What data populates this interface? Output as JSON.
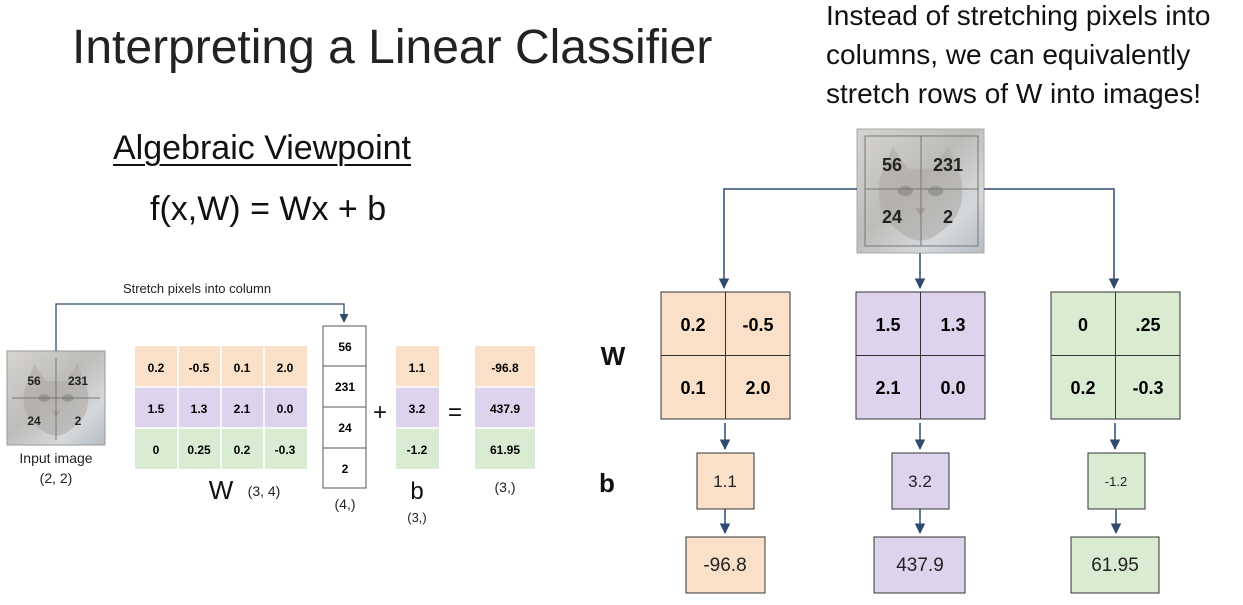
{
  "title": "Interpreting a Linear Classifier",
  "note": {
    "line1": "Instead of stretching pixels into",
    "line2": "columns, we can equivalently",
    "line3": "stretch rows of W into images!"
  },
  "algebraic_label": "Algebraic Viewpoint",
  "formula": "f(x,W) = Wx + b",
  "left": {
    "stretch_label": "Stretch pixels into column",
    "input_label": "Input image",
    "input_shape": "(2, 2)",
    "image_pixels": [
      "56",
      "231",
      "24",
      "2"
    ],
    "W_rows": [
      [
        "0.2",
        "-0.5",
        "0.1",
        "2.0"
      ],
      [
        "1.5",
        "1.3",
        "2.1",
        "0.0"
      ],
      [
        "0",
        "0.25",
        "0.2",
        "-0.3"
      ]
    ],
    "W_symbol": "W",
    "W_shape": "(3, 4)",
    "x_col": [
      "56",
      "231",
      "24",
      "2"
    ],
    "x_shape": "(4,)",
    "plus": "+",
    "b_col": [
      "1.1",
      "3.2",
      "-1.2"
    ],
    "b_symbol": "b",
    "b_shape": "(3,)",
    "equals": "=",
    "out_col": [
      "-96.8",
      "437.9",
      "61.95"
    ],
    "out_shape": "(3,)"
  },
  "right": {
    "image_pixels": [
      "56",
      "231",
      "24",
      "2"
    ],
    "W_label": "W",
    "b_label": "b",
    "grids": [
      [
        "0.2",
        "-0.5",
        "0.1",
        "2.0"
      ],
      [
        "1.5",
        "1.3",
        "2.1",
        "0.0"
      ],
      [
        "0",
        ".25",
        "0.2",
        "-0.3"
      ]
    ],
    "biases": [
      "1.1",
      "3.2",
      "-1.2"
    ],
    "outputs": [
      "-96.8",
      "437.9",
      "61.95"
    ]
  },
  "colors": {
    "orange": "#fbe0c9",
    "purple": "#ddd3ec",
    "green": "#d9ecd1",
    "line": "#2f4a6e"
  }
}
